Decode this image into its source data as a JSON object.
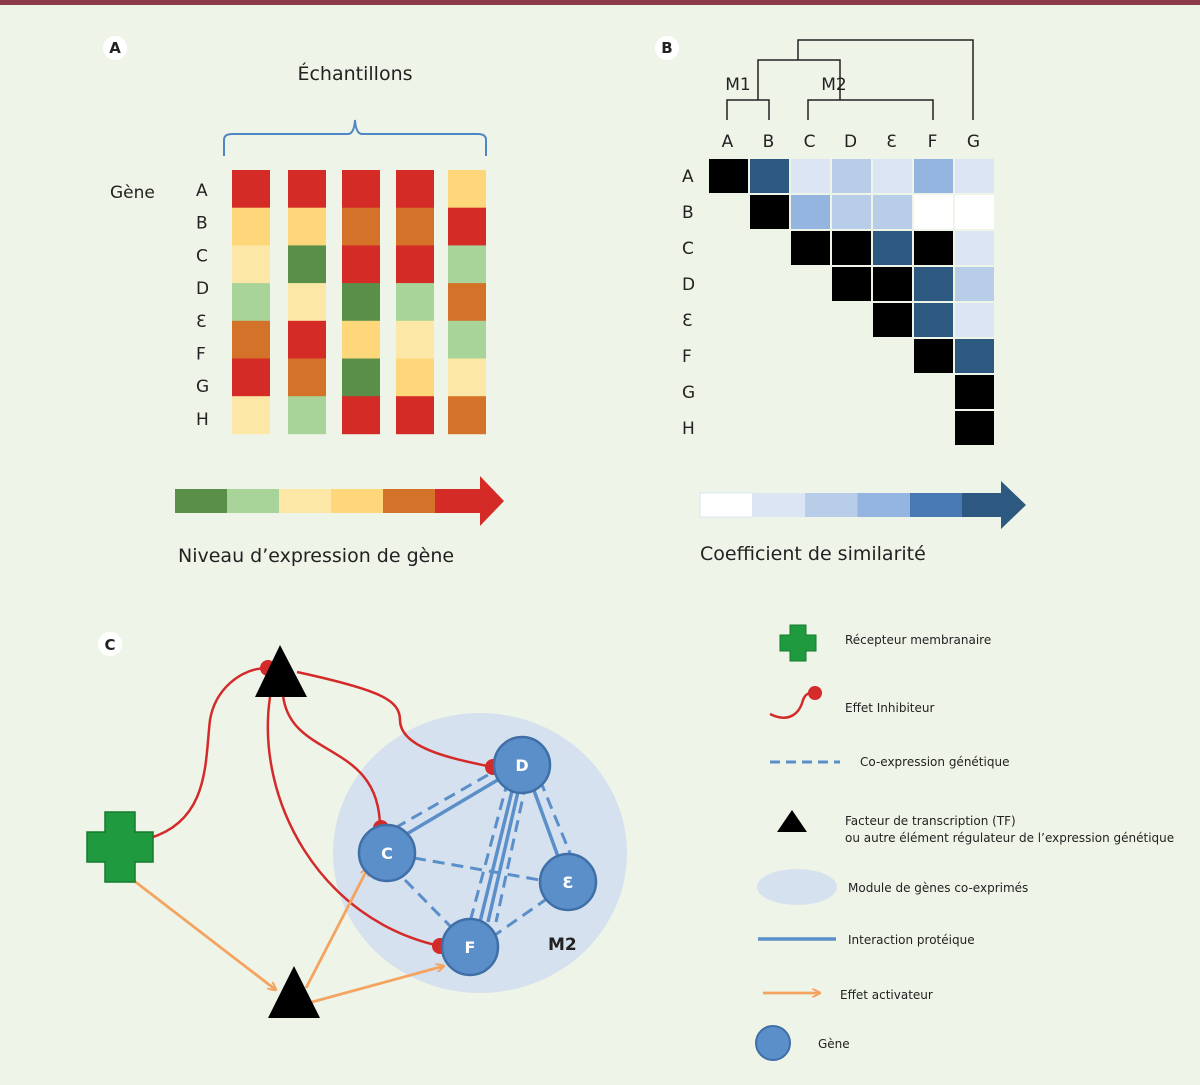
{
  "panelA": {
    "letter": "A",
    "title": "Échantillons",
    "rowLabel": "Gène",
    "genes": [
      "A",
      "B",
      "C",
      "D",
      "Ɛ",
      "F",
      "G",
      "H"
    ],
    "scaleColors": [
      "#5a8f4a",
      "#a8d49a",
      "#fde7a6",
      "#fdd77a",
      "#d37228",
      "#d52b27"
    ],
    "matrix": [
      [
        5,
        5,
        5,
        5,
        3
      ],
      [
        3,
        3,
        4,
        4,
        5
      ],
      [
        2,
        0,
        5,
        5,
        1
      ],
      [
        1,
        2,
        0,
        1,
        4
      ],
      [
        4,
        5,
        3,
        2,
        1
      ],
      [
        5,
        4,
        0,
        3,
        2
      ],
      [
        2,
        1,
        5,
        5,
        4
      ]
    ],
    "scaleLabel": "Niveau d’expression de gène"
  },
  "panelB": {
    "letter": "B",
    "columns": [
      "A",
      "B",
      "C",
      "D",
      "Ɛ",
      "F",
      "G"
    ],
    "rows": [
      "A",
      "B",
      "C",
      "D",
      "Ɛ",
      "F",
      "G",
      "H"
    ],
    "modules": [
      "M1",
      "M2"
    ],
    "scaleColors": [
      "#ffffff",
      "#dbe5f3",
      "#b8cde8",
      "#94b5df",
      "#4a7ab3",
      "#2d5880"
    ],
    "scaleLabel": "Coefficient de similarité",
    "matrix": [
      [
        6,
        5,
        1,
        2,
        1,
        3,
        1
      ],
      [
        null,
        6,
        3,
        2,
        2,
        0,
        0
      ],
      [
        null,
        null,
        6,
        6,
        5,
        6,
        1
      ],
      [
        null,
        null,
        null,
        6,
        6,
        5,
        2
      ],
      [
        null,
        null,
        null,
        null,
        6,
        5,
        1
      ],
      [
        null,
        null,
        null,
        null,
        null,
        6,
        5
      ],
      [
        null,
        null,
        null,
        null,
        null,
        null,
        6
      ]
    ]
  },
  "panelC": {
    "letter": "C",
    "moduleLabel": "M2",
    "genes": [
      "C",
      "D",
      "Ɛ",
      "F"
    ]
  },
  "legend": {
    "receptor": "Récepteur membranaire",
    "inhibitor": "Effet Inhibiteur",
    "coexpression": "Co-expression génétique",
    "tf_line1": "Facteur de transcription (TF)",
    "tf_line2": "ou autre élément régulateur de l’expression génétique",
    "module": "Module de gènes co-exprimés",
    "protein": "Interaction protéique",
    "activator": "Effet activateur",
    "gene": "Gène"
  },
  "colors": {
    "background": "#eef5e8",
    "topbar": "#8d3a4a",
    "inhibitor": "#d42a2a",
    "activator": "#f4a460",
    "gene": "#5b8fc9",
    "geneStroke": "#3f6fa6",
    "module": "#d5e1ee",
    "receptor": "#1f9a3e",
    "protein": "#5b8fc9"
  }
}
